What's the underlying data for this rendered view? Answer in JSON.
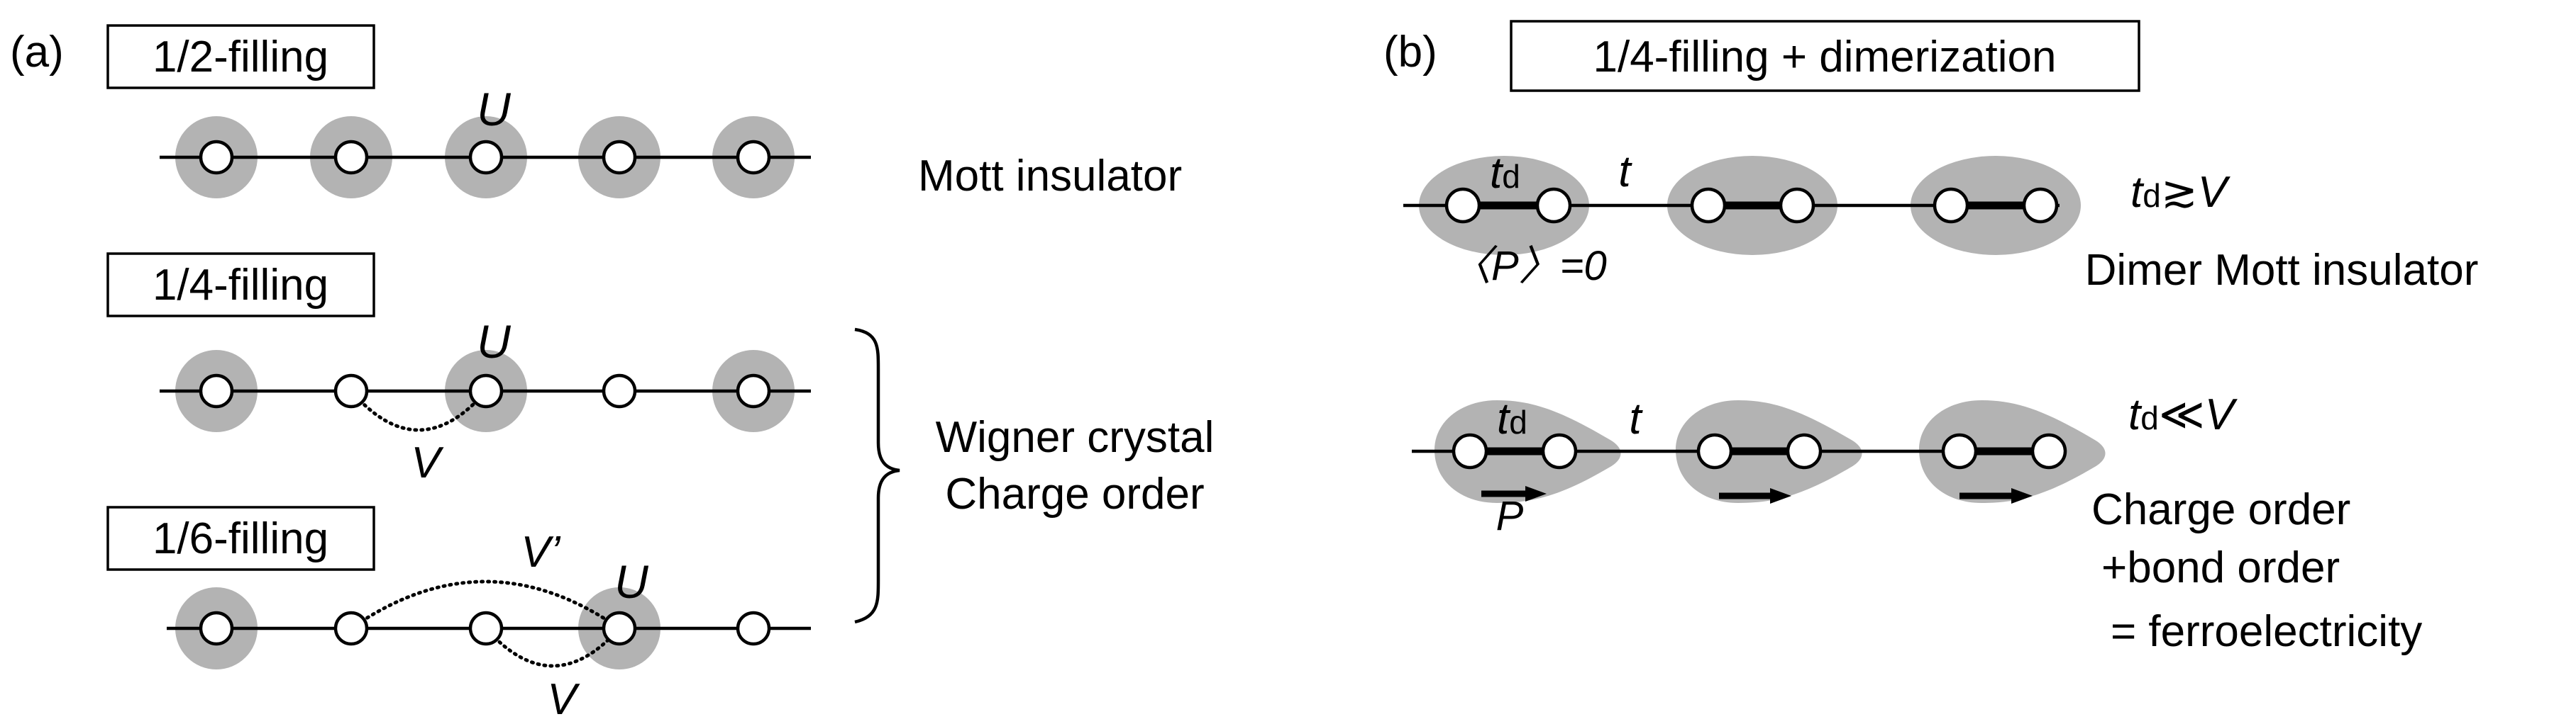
{
  "panel_a": {
    "label": "(a)",
    "rows": [
      {
        "box_label": "1/2-filling",
        "interaction_labels": [
          "U"
        ],
        "description": "Mott insulator"
      },
      {
        "box_label": "1/4-filling",
        "interaction_labels": [
          "U",
          "V"
        ],
        "description": ""
      },
      {
        "box_label": "1/6-filling",
        "interaction_labels": [
          "V’",
          "U",
          "V"
        ],
        "description": ""
      }
    ],
    "bracket_description": {
      "line1": "Wigner crystal",
      "line2": "Charge order"
    }
  },
  "panel_b": {
    "label": "(b)",
    "box_label": "1/4-filling + dimerization",
    "rows": [
      {
        "td_symbol": "t",
        "td_subscript": "d",
        "t_symbol": "t",
        "polarization_label": "〈P〉=0",
        "condition": {
          "symbol": "t",
          "subscript": "d",
          "relation": "≳V"
        },
        "description_lines": [
          "Dimer Mott insulator"
        ]
      },
      {
        "td_symbol": "t",
        "td_subscript": "d",
        "t_symbol": "t",
        "polarization_label": "P",
        "condition": {
          "symbol": "t",
          "subscript": "d",
          "relation": "≪V"
        },
        "description_lines": [
          "Charge order",
          "+bond order",
          "= ferroelectricity"
        ]
      }
    ]
  },
  "colors": {
    "charge_shading": "#b3b3b3",
    "line": "#000000",
    "site_fill": "#ffffff",
    "background": "#ffffff"
  }
}
